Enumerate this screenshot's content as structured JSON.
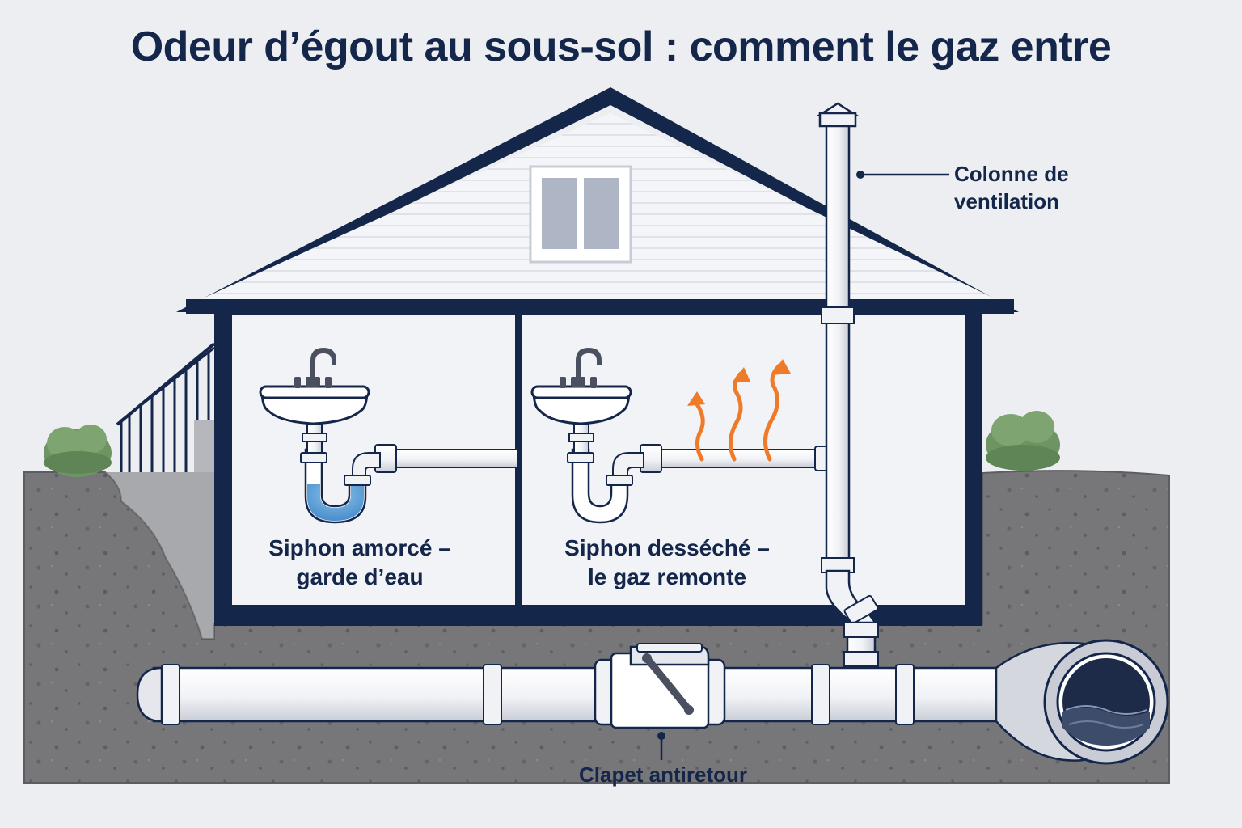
{
  "title": "Odeur d’égout au sous-sol : comment le gaz entre",
  "labels": {
    "primed_trap": [
      "Siphon amorcé –",
      "garde d’eau"
    ],
    "dry_trap": [
      "Siphon desséché –",
      "le gaz remonte"
    ],
    "vent_stack": [
      "Colonne de",
      "ventilation"
    ],
    "backwater_valve": "Clapet antiretour"
  },
  "colors": {
    "outline": "#14264a",
    "soil": "#77777a",
    "water": "#5aa0d8",
    "gas_arrows": "#ef7a2a",
    "shrub": "#6f9463",
    "pipe": "#f8f9fb"
  },
  "icons": [
    "sink-icon",
    "faucet-icon",
    "window-icon",
    "gas-arrow-icon",
    "stairs-icon",
    "shrub-icon",
    "sewer-main-icon",
    "valve-lever-icon",
    "vent-cap-icon"
  ]
}
